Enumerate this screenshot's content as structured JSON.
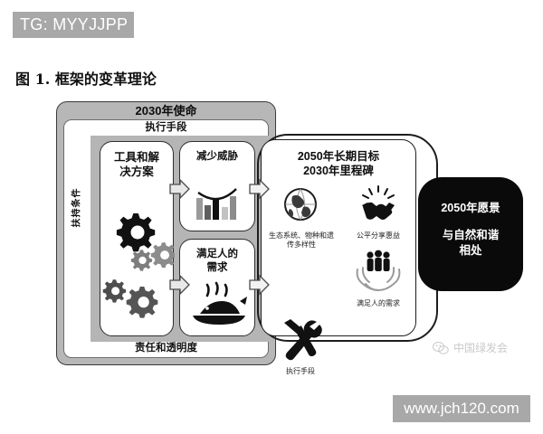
{
  "badge": {
    "text": "TG: MYYJJPP",
    "bg": "#a8a8a8",
    "fg": "#ffffff"
  },
  "caption": {
    "text": "图 1. 框架的变革理论"
  },
  "diagram": {
    "mission_title": "2030年使命",
    "means_of_implementation": "执行手段",
    "accountability": "责任和透明度",
    "enabling_conditions": "扶持条件",
    "boxes": [
      {
        "id": "tools",
        "title": "工具和解\n决方案",
        "icon": "gears-icon"
      },
      {
        "id": "threats",
        "title": "减少威胁",
        "icon": "bar-chart-icon"
      },
      {
        "id": "needs",
        "title": "满足人的\n需求",
        "icon": "food-dish-icon"
      }
    ],
    "goals": {
      "title_line1": "2050年长期目标",
      "title_line2": "2030年里程碑",
      "items": [
        {
          "icon": "globe-icon",
          "caption": "生态系统、物种和遗\n传多样性"
        },
        {
          "icon": "handshake-icon",
          "caption": "公平分享惠益"
        },
        {
          "icon": "hands-people-icon",
          "caption": "满足人的需求"
        },
        {
          "icon": "tools-hammer-wrench-icon",
          "caption": "执行手段"
        }
      ]
    },
    "vision": {
      "title": "2050年愿景",
      "subtitle_line1": "与自然和谐",
      "subtitle_line2": "相处",
      "bg": "#0a0a0a",
      "fg": "#ffffff"
    },
    "colors": {
      "outer_frame_fill": "#b7b7b7",
      "mid_panel_fill": "#b5b5b5",
      "box_fill": "#ffffff",
      "stroke": "#2e2e2e"
    }
  },
  "watermarks": {
    "wechat": "中国绿发会",
    "url": "www.jch120.com"
  }
}
